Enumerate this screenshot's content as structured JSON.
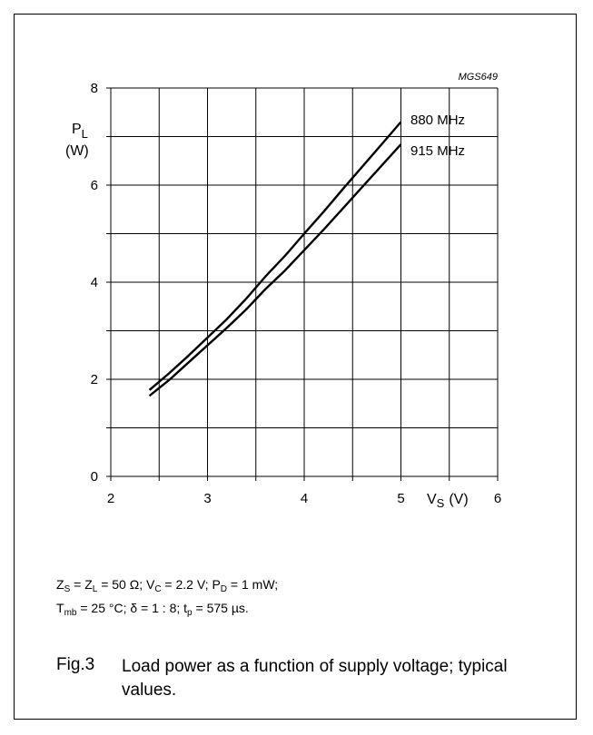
{
  "chart_data": {
    "type": "line",
    "code": "MGS649",
    "ylabel_main": "P",
    "ylabel_sub": "L",
    "ylabel_unit": "(W)",
    "xlabel_main": "V",
    "xlabel_sub": "S",
    "xlabel_unit": "(V)",
    "xlim": [
      2,
      6
    ],
    "ylim": [
      0,
      8
    ],
    "xticks": [
      2,
      3,
      4,
      5,
      6
    ],
    "yticks": [
      0,
      2,
      4,
      6,
      8
    ],
    "x_minor_step": 0.5,
    "y_minor_step": 1,
    "grid": true,
    "series": [
      {
        "name": "880 MHz",
        "x": [
          2.4,
          2.6,
          2.8,
          3.0,
          3.2,
          3.4,
          3.6,
          3.8,
          4.0,
          4.2,
          4.4,
          4.6,
          4.8,
          5.0
        ],
        "y": [
          1.78,
          2.12,
          2.48,
          2.86,
          3.24,
          3.66,
          4.12,
          4.54,
          5.0,
          5.45,
          5.92,
          6.38,
          6.84,
          7.3
        ]
      },
      {
        "name": "915 MHz",
        "x": [
          2.4,
          2.6,
          2.8,
          3.0,
          3.2,
          3.4,
          3.6,
          3.8,
          4.0,
          4.2,
          4.4,
          4.6,
          4.8,
          5.0
        ],
        "y": [
          1.66,
          1.98,
          2.34,
          2.7,
          3.06,
          3.44,
          3.86,
          4.24,
          4.66,
          5.08,
          5.52,
          5.96,
          6.4,
          6.84
        ]
      }
    ]
  },
  "conditions": {
    "line1": {
      "zs": "Z",
      "zs_sub": "S",
      "zl": " = Z",
      "zl_sub": "L",
      "vc": " = 50 Ω; V",
      "vc_sub": "C",
      "pd": " = 2.2 V; P",
      "pd_sub": "D",
      "end": " = 1 mW;"
    },
    "line2": {
      "t": "T",
      "t_sub": "mb",
      "mid": " = 25 °C; δ = 1 : 8; t",
      "tp_sub": "p",
      "end": " = 575 µs."
    }
  },
  "caption": {
    "number": "Fig.3",
    "text": "Load power as a function of supply voltage; typical values."
  }
}
